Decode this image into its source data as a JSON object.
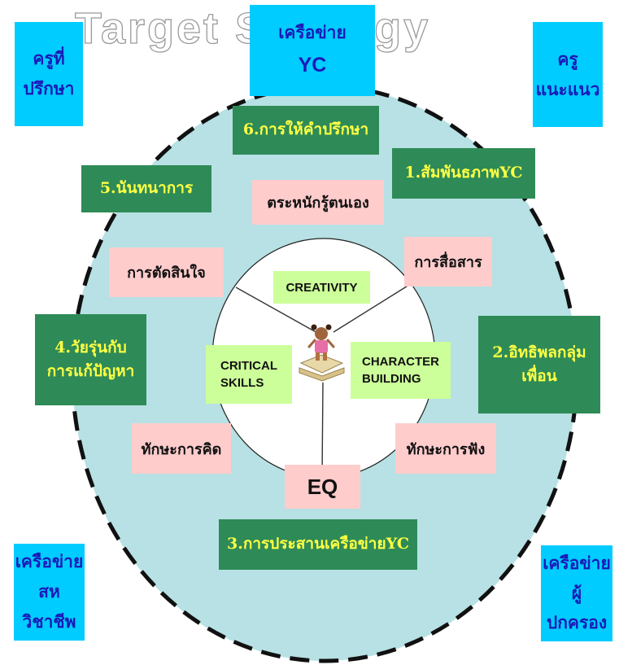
{
  "title": "Target Strategy",
  "center": {
    "creativity": "CREATIVITY",
    "critical_skills": [
      "CRITICAL",
      "SKILLS"
    ],
    "character_building": [
      "CHARACTER",
      "BUILDING"
    ],
    "eq": "EQ"
  },
  "networks": {
    "top": [
      "เครือข่าย",
      "YC"
    ],
    "top_left": [
      "ครูที่",
      "ปรึกษา"
    ],
    "top_right": [
      "ครู",
      "แนะแนว"
    ],
    "bottom_left": [
      "เครือข่าย",
      "สหวิชาชีพ"
    ],
    "bottom_right": [
      "เครือข่ายผู้",
      "ปกครอง"
    ]
  },
  "strategies": {
    "s1": "1.สัมพันธภาพYC",
    "s2": [
      "2.อิทธิพลกลุ่ม",
      "เพื่อน"
    ],
    "s3": "3.การประสานเครือข่ายYC",
    "s4": [
      "4.วัยรุ่นกับ",
      "การแก้ปัญหา"
    ],
    "s5": "5.นันทนาการ",
    "s6": "6.การให้คำปรึกษา"
  },
  "skills": {
    "self_awareness": "ตระหนักรู้ตนเอง",
    "communication": "การสื่อสาร",
    "decision_making": "การตัดสินใจ",
    "thinking": "ทักษะการคิด",
    "listening": "ทักษะการฟัง"
  },
  "colors": {
    "outer_circle": "#b7e1e4",
    "network_box": "#00ccff",
    "strategy_box": "#2e8b57",
    "skill_box": "#ffcccc",
    "core_box": "#ccff99"
  }
}
